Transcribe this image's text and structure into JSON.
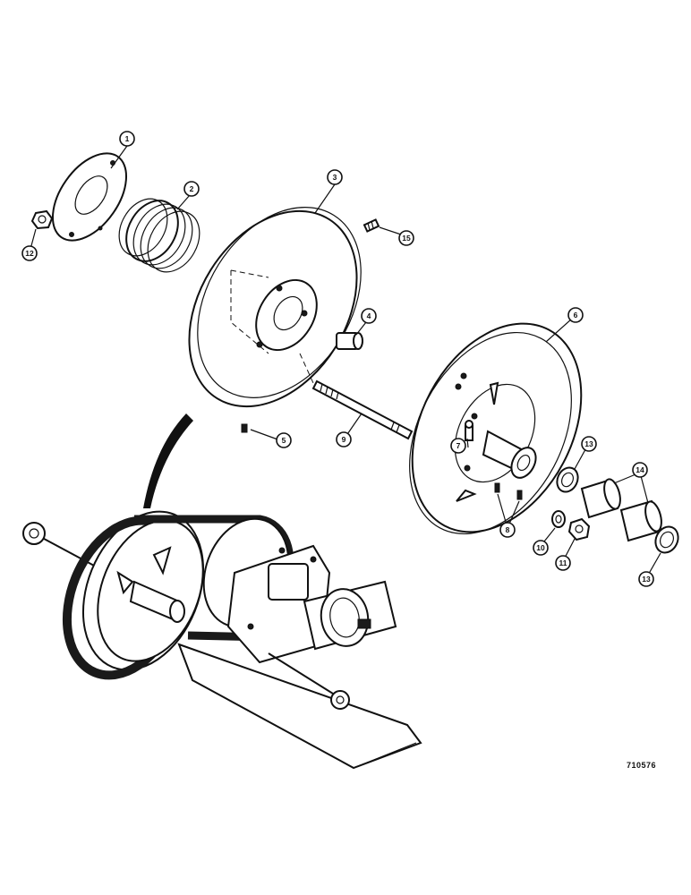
{
  "callouts": [
    {
      "id": "1",
      "label": "1"
    },
    {
      "id": "2",
      "label": "2"
    },
    {
      "id": "3",
      "label": "3"
    },
    {
      "id": "4",
      "label": "4"
    },
    {
      "id": "5",
      "label": "5"
    },
    {
      "id": "6",
      "label": "6"
    },
    {
      "id": "7",
      "label": "7"
    },
    {
      "id": "8",
      "label": "8"
    },
    {
      "id": "9",
      "label": "9"
    },
    {
      "id": "10",
      "label": "10"
    },
    {
      "id": "11",
      "label": "11"
    },
    {
      "id": "12",
      "label": "12"
    },
    {
      "id": "13a",
      "label": "13"
    },
    {
      "id": "13b",
      "label": "13"
    },
    {
      "id": "14",
      "label": "14"
    },
    {
      "id": "15",
      "label": "15"
    }
  ],
  "reference_number": "710576",
  "colors": {
    "ink": "#111111",
    "paper": "#ffffff"
  }
}
